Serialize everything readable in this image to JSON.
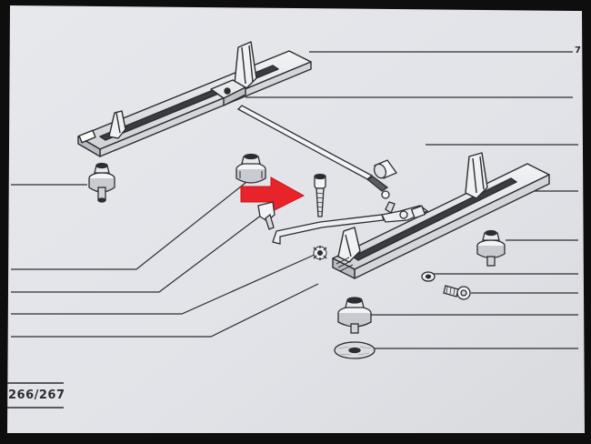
{
  "diagram": {
    "page_reference": "266/267",
    "corner_mark": "7",
    "highlight_arrow_color": "#e8242a",
    "paper_color": "#e4e6ea",
    "ink_color": "#2b2d31",
    "parts": [
      "left-seat-rail",
      "right-seat-rail",
      "adjuster-rod",
      "mounting-bolt",
      "spring-washer",
      "rubber-mount",
      "flat-washer",
      "screw",
      "adjuster-fitting",
      "floor-pad"
    ]
  }
}
